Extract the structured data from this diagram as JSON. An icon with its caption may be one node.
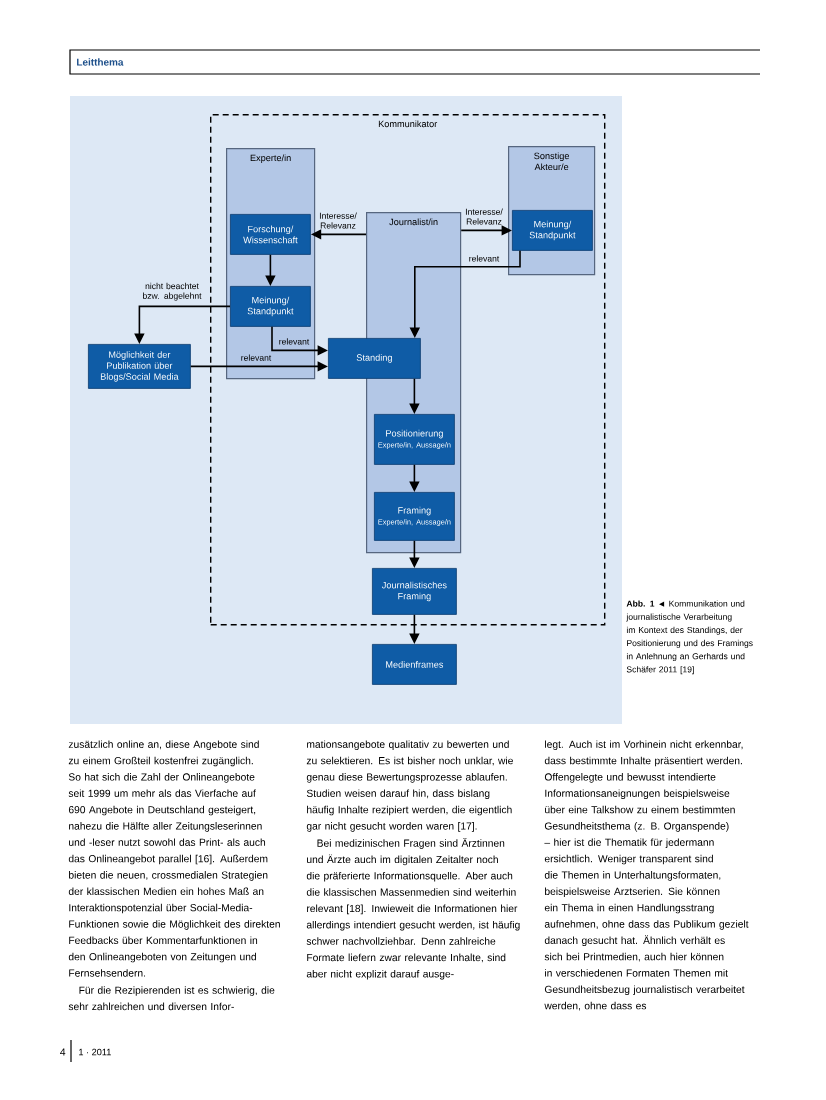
{
  "diagram": {
    "caption": "**Abb. 1** ◄ Kommunikation und journalistische Verarbeitung im Kontext des Standings, der Positionierung und des Framings in Anlehnung an Gerhards und Schäfer 2011 [19]",
    "nodes": [
      {
        "text": [
          "Kommunikator"
        ]
      },
      {
        "text": [
          "Experte/in"
        ],
        "in": 0
      },
      {
        "text": [
          "Forschung/ Wissenschaft"
        ],
        "in": 1
      },
      {
        "text": [
          "Meinung/ Standpunkt"
        ],
        "in": 1
      },
      {
        "text": [
          "Journalist/in"
        ],
        "in": 0
      },
      {
        "text": [
          "Standing"
        ],
        "in": 0
      },
      {
        "text": [
          "Positionierung",
          "Experte/in, Aussage/n"
        ],
        "in": 4
      },
      {
        "text": [
          "Framing",
          "Experte/in, Aussage/n"
        ],
        "in": 4
      },
      {
        "text": [
          "Sonstige Akteur/e"
        ],
        "in": 0
      },
      {
        "text": [
          "Meinung/ Standpunkt"
        ],
        "in": 8
      },
      {
        "text": [
          "Möglichkeit der Publikation über Blogs/Social Media"
        ]
      },
      {
        "text": [
          "Journalistisches Framing"
        ],
        "in": 0
      },
      {
        "text": [
          "Medienframes"
        ]
      }
    ],
    "edges": [
      {
        "from": 4,
        "to": 2,
        "arrow": "to",
        "label": "Interesse/ Relevanz"
      },
      {
        "from": 4,
        "to": 9,
        "arrow": "to",
        "label": "Interesse/ Relevanz"
      },
      {
        "from": 2,
        "to": 3,
        "arrow": "to"
      },
      {
        "from": 3,
        "to": 5,
        "arrow": "to",
        "label": "relevant"
      },
      {
        "from": 3,
        "to": 10,
        "arrow": "to",
        "label": "nicht beachtet bzw. abgelehnt"
      },
      {
        "from": 9,
        "to": 5,
        "arrow": "to",
        "label": "relevant"
      },
      {
        "from": 10,
        "to": 5,
        "arrow": "to",
        "label": "relevant"
      },
      {
        "from": 5,
        "to": 6,
        "arrow": "to"
      },
      {
        "from": 6,
        "to": 7,
        "arrow": "to"
      },
      {
        "from": 7,
        "to": 11,
        "arrow": "to"
      },
      {
        "from": 11,
        "to": 12,
        "arrow": "to"
      }
    ],
    "labels": [
      "Leitthema",
      "zusätzlich online an, diese Angebote sind zu einem Großteil kostenfrei zugänglich. So hat sich die Zahl der Onlineangebote seit 1999 um mehr als das Vierfache auf 690 Angebote in Deutschland gesteigert, nahezu die Hälfte aller Zeitungsleserinnen und -leser nutzt sowohl das Print- als auch das Onlineangebot parallel [16]. Außerdem bieten die neuen, crossmedialen Strategien der klassischen Medien ein hohes Maß an Interaktionspotenzial über Social-Media-Funktionen sowie die Möglichkeit des direkten Feedbacks über Kommentarfunktionen in den Onlineangeboten von Zeitungen und Fernsehsendern.",
      "Für die Rezipierenden ist es schwierig, die sehr zahlreichen und diversen Infor-",
      "mationsangebote qualitativ zu bewerten und zu selektieren. Es ist bisher noch unklar, wie genau diese Bewertungsprozesse ablaufen. Studien weisen darauf hin, dass bislang häufig Inhalte rezipiert werden, die eigentlich gar nicht gesucht worden waren [17].",
      "Bei medizinischen Fragen sind Ärztinnen und Ärzte auch im digitalen Zeitalter noch die präferierte Informationsquelle. Aber auch die klassischen Massenmedien sind weiterhin relevant [18]. Inwieweit die Informationen hier allerdings intendiert gesucht werden, ist häufig schwer nachvollziehbar. Denn zahlreiche Formate liefern zwar relevante Inhalte, sind aber nicht explizit darauf ausge-",
      "legt. Auch ist im Vorhinein nicht erkennbar, dass bestimmte Inhalte präsentiert werden. Offengelegte und bewusst intendierte Informationsaneignungen beispielsweise über eine Talkshow zu einem bestimmten Gesundheitsthema (z. B. Organspende) – hier ist die Thematik für jedermann ersichtlich. Weniger transparent sind die Themen in Unterhaltungsformaten, beispielsweise Arztserien. Sie können ein Thema in einen Handlungsstrang aufnehmen, ohne dass das Publikum gezielt danach gesucht hat. Ähnlich verhält es sich bei Printmedien, auch hier können in verschiedenen Formaten Themen mit Gesundheitsbezug journalistisch verarbeitet werden, ohne dass es",
      "4",
      "1 · 2011"
    ]
  }
}
